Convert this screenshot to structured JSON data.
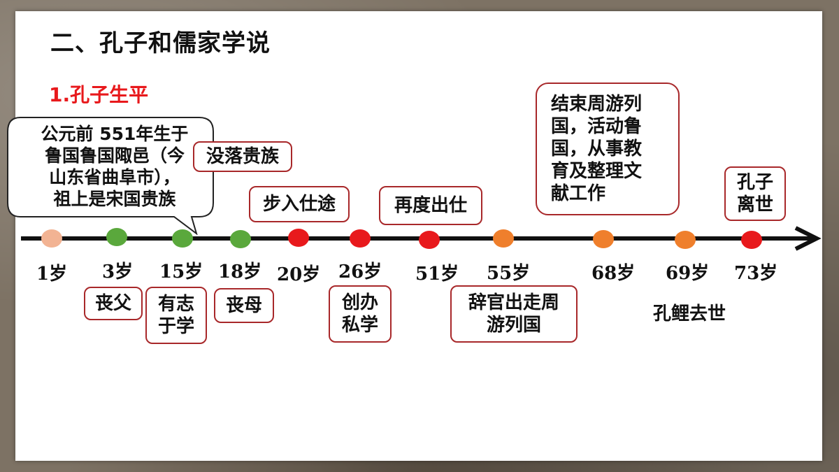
{
  "title": "二、孔子和儒家学说",
  "subtitle": "1.孔子生平",
  "callout": {
    "lines": [
      "公元前 551年生于",
      "鲁国鲁国陬邑（今",
      "山东省曲阜市），",
      "祖上是宋国贵族"
    ]
  },
  "labels": {
    "noble": "没落贵族",
    "career": "步入仕途",
    "again": "再度出仕",
    "travel_end": [
      "结束周游列",
      "国，活动鲁",
      "国，从事教",
      "育及整理文",
      "献工作"
    ],
    "death": [
      "孔子",
      "离世"
    ],
    "father": "丧父",
    "study": [
      "有志",
      "于学"
    ],
    "mother": "丧母",
    "school": [
      "创办",
      "私学"
    ],
    "resign": [
      "辞官出走周",
      "游列国"
    ],
    "son": "孔鲤去世"
  },
  "timeline": {
    "ages": [
      "1岁",
      "3岁",
      "15岁",
      "18岁",
      "20岁",
      "26岁",
      "51岁",
      "55岁",
      "68岁",
      "69岁",
      "73岁"
    ],
    "colors": {
      "peach": "#f2b393",
      "green": "#5aa83c",
      "red": "#e8191c",
      "orange": "#ef7f2c"
    }
  }
}
